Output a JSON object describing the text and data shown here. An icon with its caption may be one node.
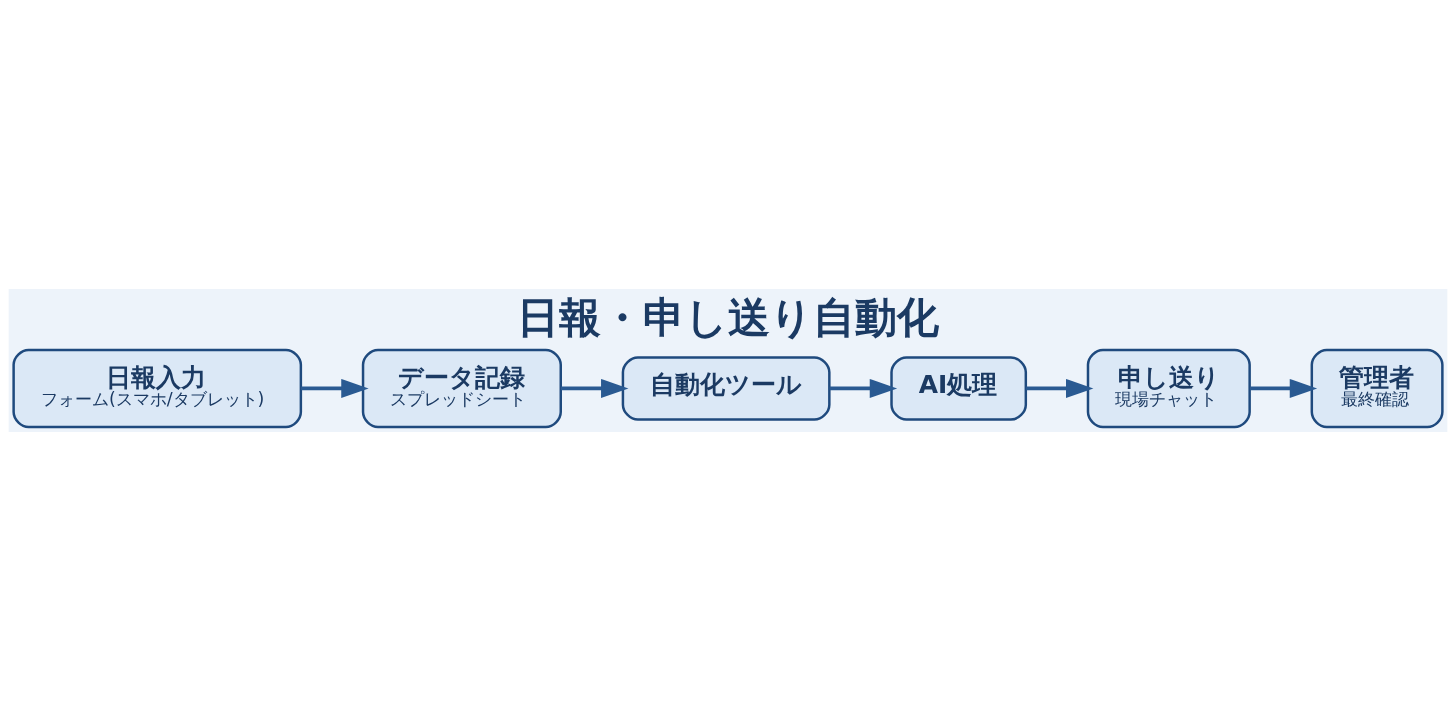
{
  "diagram": {
    "title": "日報・申し送り自動化",
    "nodes": [
      {
        "text": [
          "日報入力",
          "フォーム(スマホ/タブレット)"
        ]
      },
      {
        "text": [
          "データ記録",
          "スプレッドシート"
        ]
      },
      {
        "text": [
          "自動化ツール"
        ]
      },
      {
        "text": [
          "AI処理"
        ]
      },
      {
        "text": [
          "申し送り",
          "現場チャット"
        ]
      },
      {
        "text": [
          "管理者",
          "最終確認"
        ]
      }
    ],
    "edges": [
      {
        "from": 0,
        "to": 1,
        "arrow": "to"
      },
      {
        "from": 1,
        "to": 2,
        "arrow": "to"
      },
      {
        "from": 2,
        "to": 3,
        "arrow": "to"
      },
      {
        "from": 3,
        "to": 4,
        "arrow": "to"
      },
      {
        "from": 4,
        "to": 5,
        "arrow": "to"
      }
    ]
  }
}
